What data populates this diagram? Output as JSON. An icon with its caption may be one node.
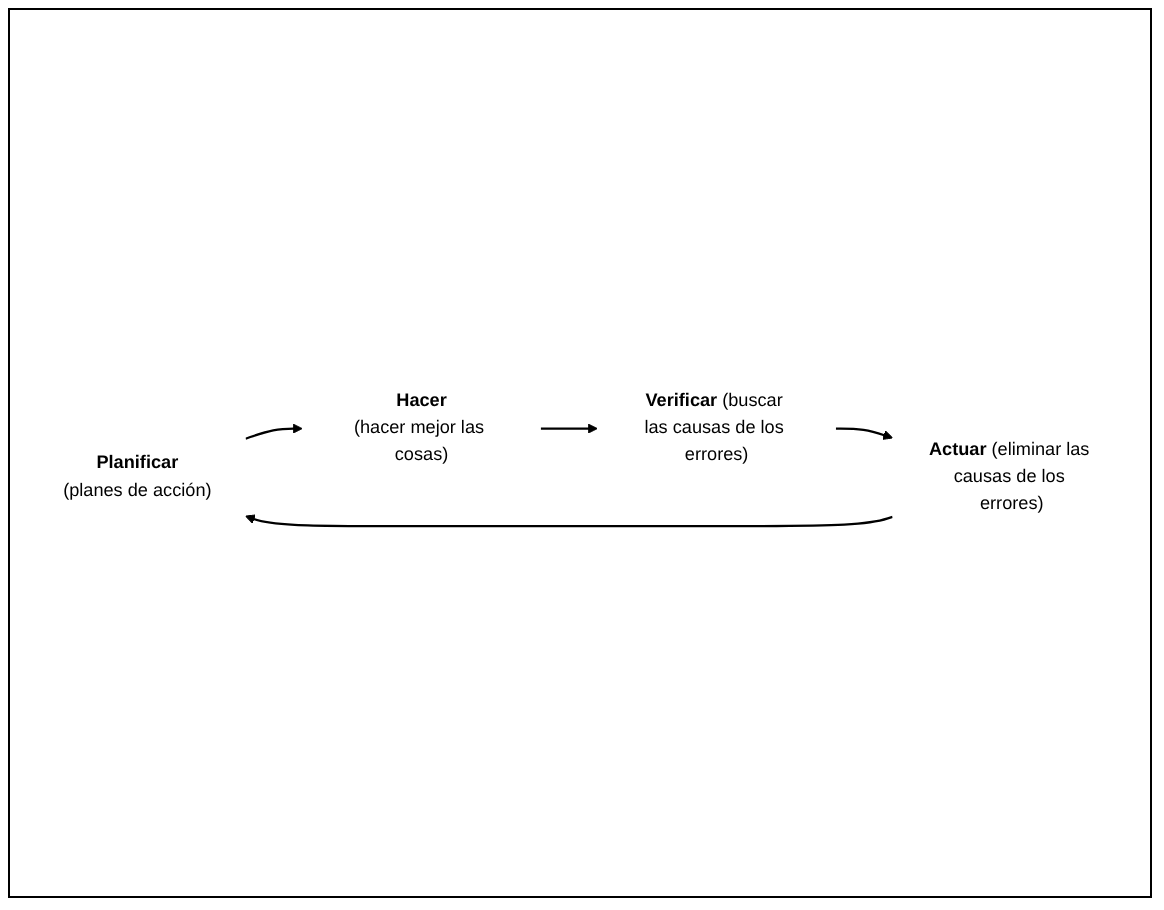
{
  "diagram": {
    "nodes": [
      {
        "text": [
          "Planificar",
          "(planes de acción)"
        ]
      },
      {
        "text": [
          "Hacer",
          "(hacer mejor las cosas)"
        ]
      },
      {
        "text": [
          "Verificar",
          "(buscar las causas de los errores)"
        ]
      },
      {
        "text": [
          "Actuar",
          "(eliminar las causas de los errores)"
        ]
      }
    ],
    "edges": [
      {
        "from": 0,
        "to": 1,
        "arrow": "to"
      },
      {
        "from": 1,
        "to": 2,
        "arrow": "to"
      },
      {
        "from": 2,
        "to": 3,
        "arrow": "to"
      },
      {
        "from": 3,
        "to": 0,
        "arrow": "to"
      }
    ]
  }
}
